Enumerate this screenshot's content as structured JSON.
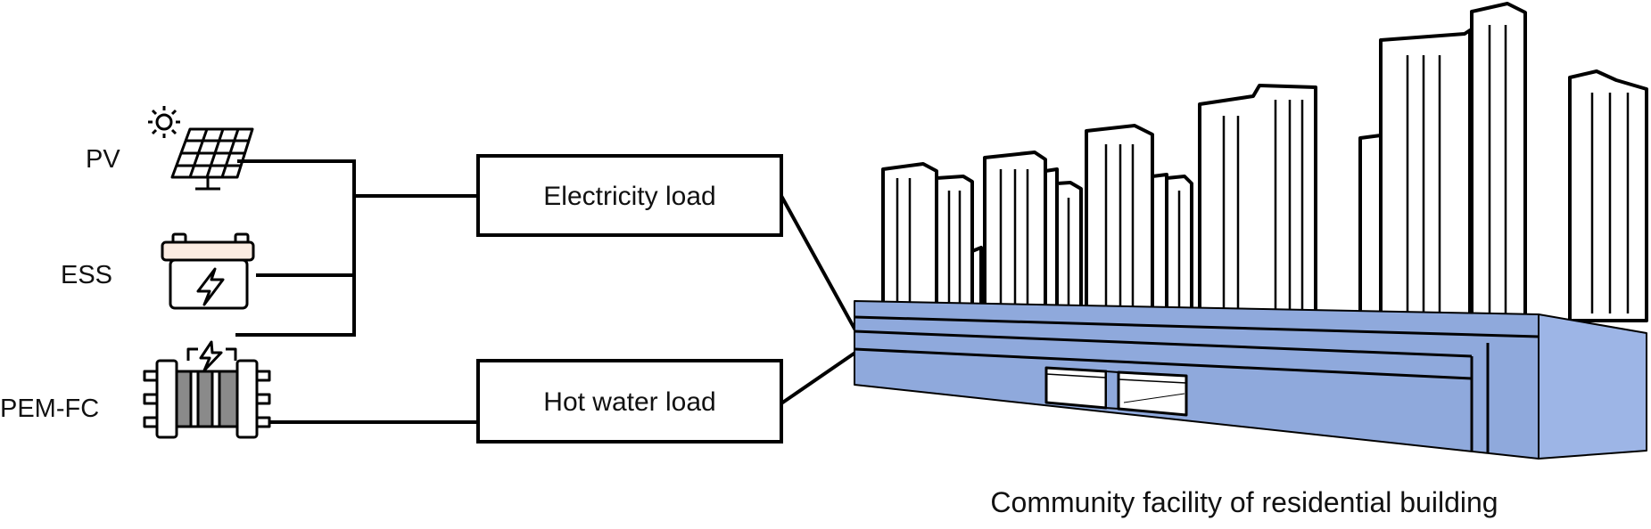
{
  "sources": {
    "pv": "PV",
    "ess": "ESS",
    "pemfc": "PEM-FC"
  },
  "loads": {
    "electricity": "Electricity load",
    "hot_water": "Hot water load"
  },
  "caption": "Community facility of residential building",
  "colors": {
    "line": "#000000",
    "facility_fill": "#8fa9dc",
    "facility_side": "#9db5e6",
    "stack_gray": "#8a8a8a"
  },
  "icons": {
    "pv": "solar-panel-icon",
    "sun": "sun-icon",
    "ess": "battery-icon",
    "pemfc": "fuel-cell-stack-icon"
  }
}
